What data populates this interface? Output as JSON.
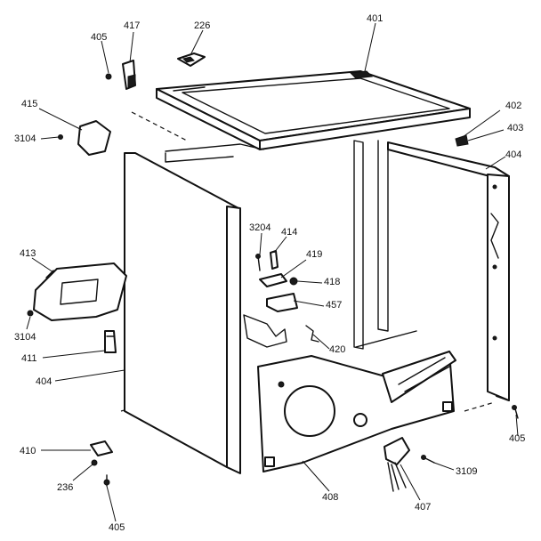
{
  "diagram": {
    "callouts": [
      {
        "id": "c417",
        "text": "417"
      },
      {
        "id": "c405a",
        "text": "405"
      },
      {
        "id": "c226",
        "text": "226"
      },
      {
        "id": "c401",
        "text": "401"
      },
      {
        "id": "c415",
        "text": "415"
      },
      {
        "id": "c3104a",
        "text": "3104"
      },
      {
        "id": "c402",
        "text": "402"
      },
      {
        "id": "c403",
        "text": "403"
      },
      {
        "id": "c404a",
        "text": "404"
      },
      {
        "id": "c3204",
        "text": "3204"
      },
      {
        "id": "c414",
        "text": "414"
      },
      {
        "id": "c419",
        "text": "419"
      },
      {
        "id": "c418",
        "text": "418"
      },
      {
        "id": "c457",
        "text": "457"
      },
      {
        "id": "c413",
        "text": "413"
      },
      {
        "id": "c3104b",
        "text": "3104"
      },
      {
        "id": "c420",
        "text": "420"
      },
      {
        "id": "c411",
        "text": "411"
      },
      {
        "id": "c404b",
        "text": "404"
      },
      {
        "id": "c405b",
        "text": "405"
      },
      {
        "id": "c410",
        "text": "410"
      },
      {
        "id": "c236",
        "text": "236"
      },
      {
        "id": "c405c",
        "text": "405"
      },
      {
        "id": "c408",
        "text": "408"
      },
      {
        "id": "c3109",
        "text": "3109"
      },
      {
        "id": "c407",
        "text": "407"
      }
    ]
  }
}
